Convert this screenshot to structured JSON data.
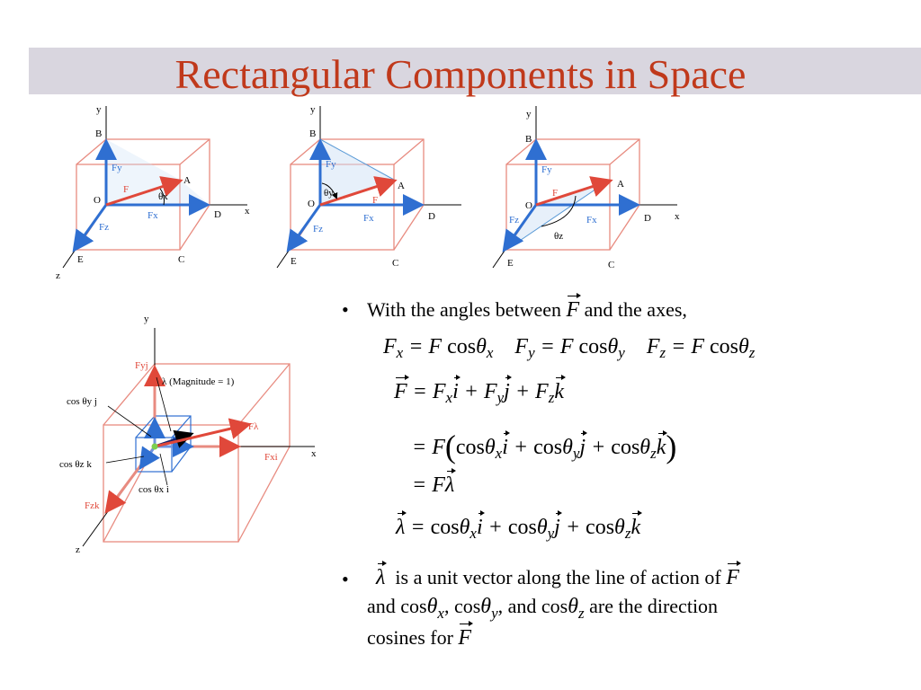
{
  "slide": {
    "title": "Rectangular Components in Space",
    "title_color": "#c0391b",
    "title_bar_color": "#d9d6df"
  },
  "figures": {
    "axis_labels": [
      "y",
      "x",
      "z",
      "B",
      "A",
      "O",
      "D",
      "E",
      "C"
    ],
    "fig1": {
      "F": "F",
      "Fx": "Fx",
      "Fy": "Fy",
      "Fz": "Fz",
      "theta": "θx"
    },
    "fig2": {
      "F": "F",
      "Fx": "Fx",
      "Fy": "Fy",
      "Fz": "Fz",
      "theta": "θy"
    },
    "fig3": {
      "F": "F",
      "Fx": "Fx",
      "Fy": "Fy",
      "Fz": "Fz",
      "theta": "θz"
    },
    "fig4": {
      "magnitude_label": "λ (Magnitude = 1)",
      "F_lambda": "F = Fλ",
      "Fy_j": "Fyj",
      "Fx_i": "Fxi",
      "Fz_k": "Fzk",
      "cos_y_j": "cos θy j",
      "cos_z_k": "cos θz k",
      "cos_x_i": "cos θx i",
      "y": "y",
      "x": "x",
      "z": "z"
    },
    "colors": {
      "force": "#e0483a",
      "component": "#2f6fd1",
      "box": "#e88b80"
    }
  },
  "bullets": {
    "b1_text1": "With the angles between",
    "b1_text2": "and the axes,",
    "b2_text1": "is a unit vector along the line of action of",
    "b2_line2a": "and cos",
    "b2_line2b": ", cos",
    "b2_line2c": ", and cos",
    "b2_line2d": "are the direction",
    "b2_line3": "cosines for"
  }
}
